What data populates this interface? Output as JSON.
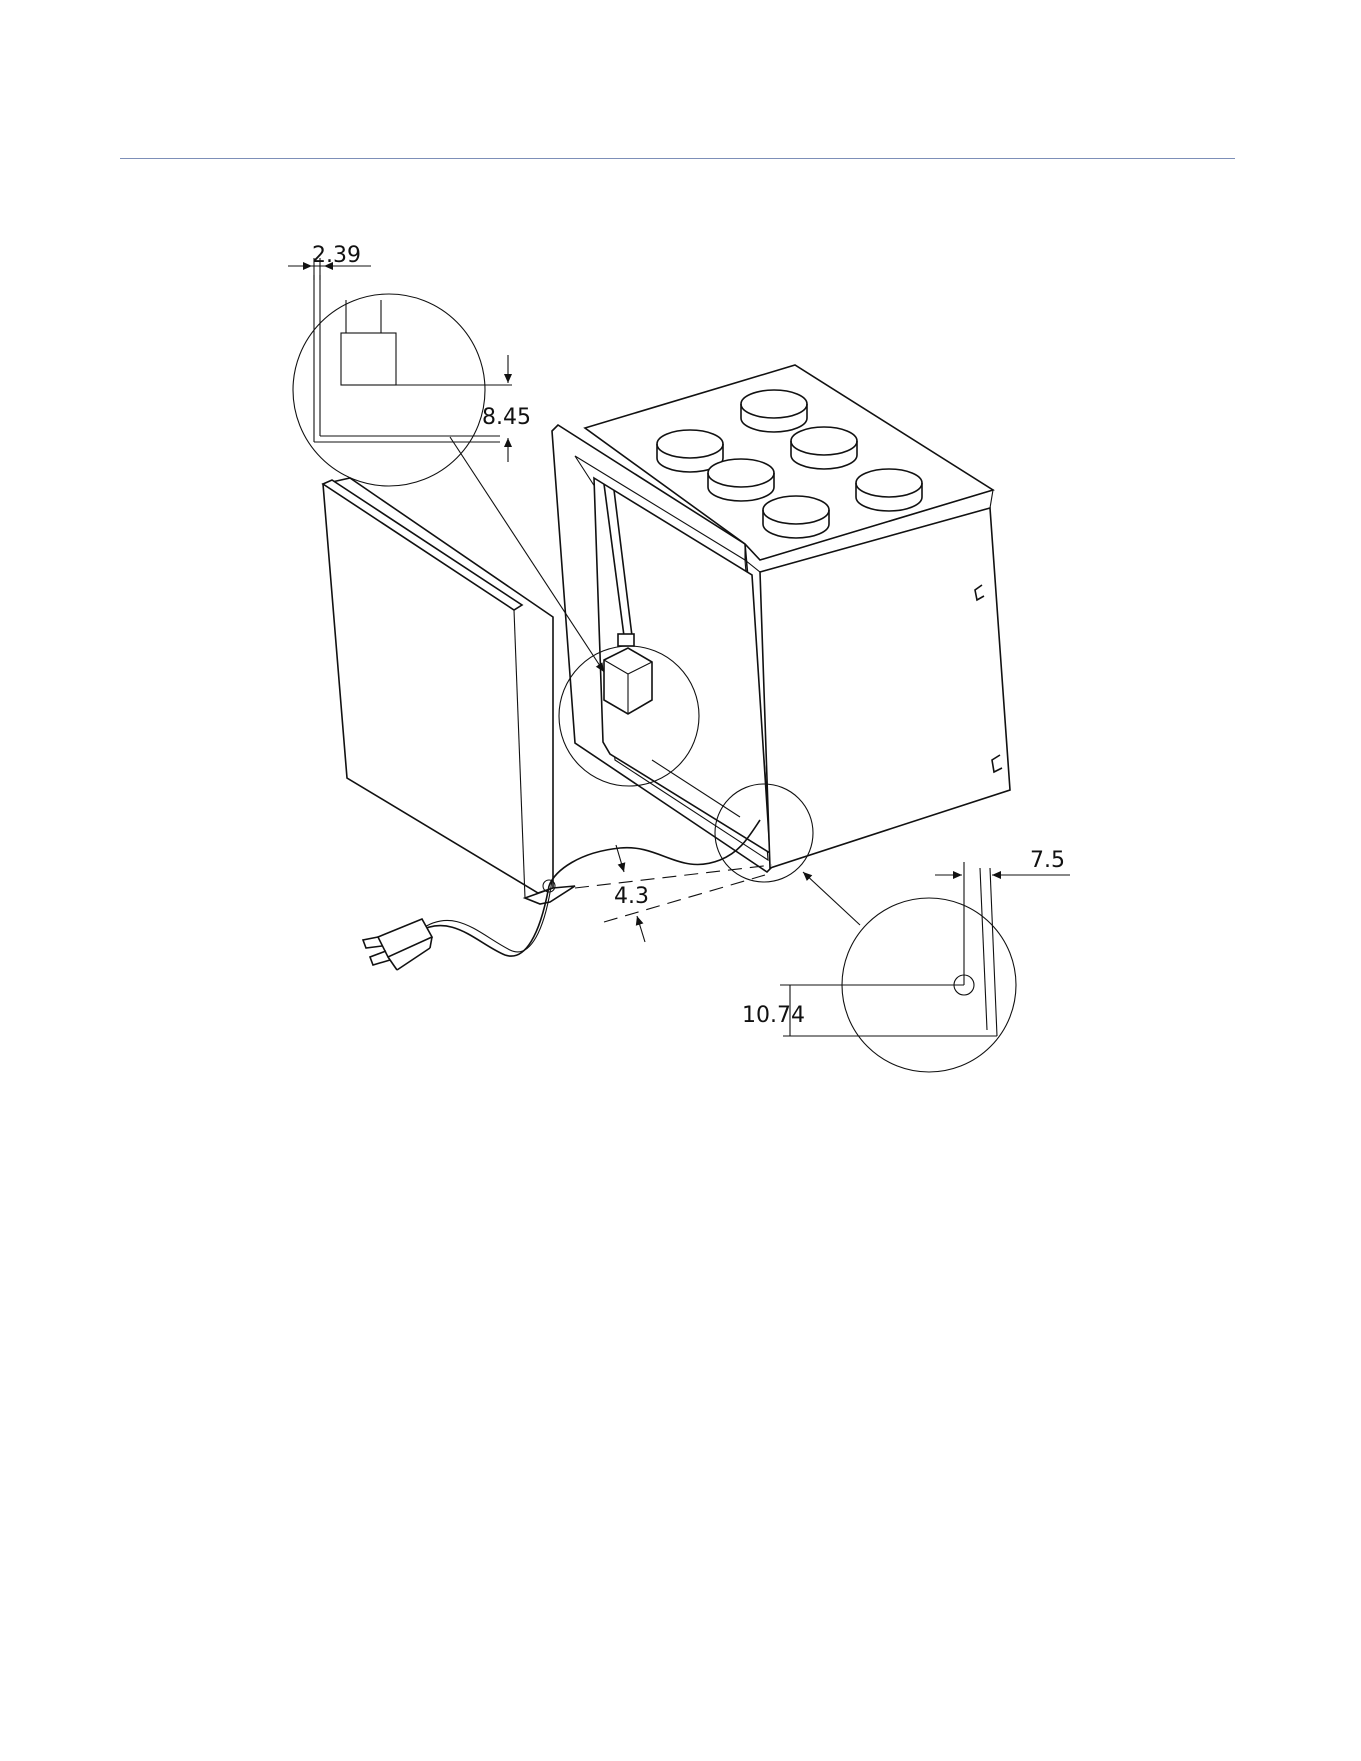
{
  "document": {
    "accent_rule_color": "#7d8fb8"
  },
  "dimensions": {
    "bracket_width": "2.39",
    "bracket_height": "8.45",
    "cord_offset": "4.3",
    "hole_offset_x": "7.5",
    "hole_offset_y": "10.74"
  }
}
